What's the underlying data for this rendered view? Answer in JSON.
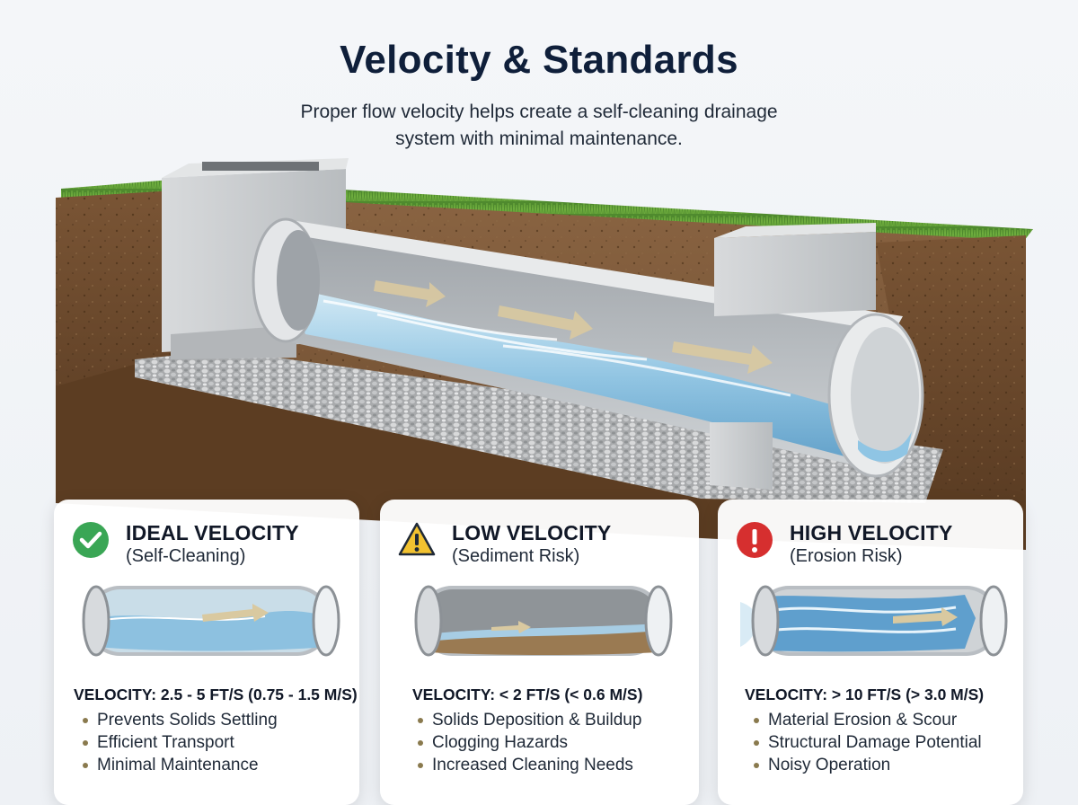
{
  "header": {
    "title": "Velocity & Standards",
    "subtitle": "Proper flow velocity helps create a self-cleaning drainage system with minimal maintenance."
  },
  "colors": {
    "ideal": "#3aa655",
    "low": "#f2c230",
    "high": "#d62f2f",
    "water": "#8cc3e3",
    "soil": "#6b4a2e",
    "grass": "#4f8a2e",
    "concrete": "#c9cccf",
    "bullet": "#8a7a4e"
  },
  "cards": [
    {
      "icon": "check-circle-icon",
      "title": "IDEAL VELOCITY",
      "subtitle": "(Self-Cleaning)",
      "velocity": "VELOCITY: 2.5 - 5 FT/S (0.75 - 1.5 M/S)",
      "bullets": [
        "Prevents Solids Settling",
        "Efficient Transport",
        "Minimal Maintenance"
      ]
    },
    {
      "icon": "warning-triangle-icon",
      "title": "LOW VELOCITY",
      "subtitle": "(Sediment Risk)",
      "velocity": "VELOCITY: < 2 FT/S (< 0.6 M/S)",
      "bullets": [
        "Solids Deposition & Buildup",
        "Clogging Hazards",
        "Increased Cleaning Needs"
      ]
    },
    {
      "icon": "exclamation-circle-icon",
      "title": "HIGH VELOCITY",
      "subtitle": "(Erosion Risk)",
      "velocity": "VELOCITY: > 10 FT/S (> 3.0 M/S)",
      "bullets": [
        "Material Erosion & Scour",
        "Structural Damage Potential",
        "Noisy Operation"
      ]
    }
  ]
}
